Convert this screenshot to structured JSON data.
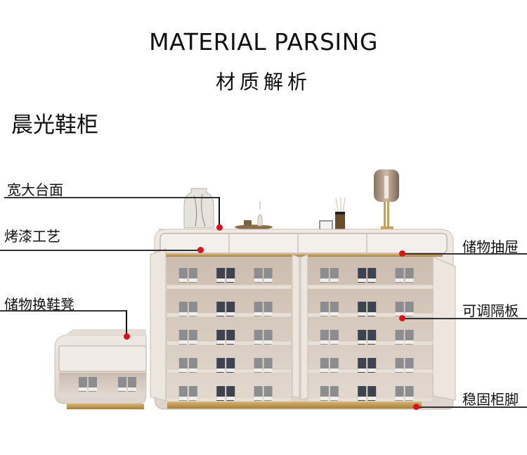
{
  "header": {
    "title_en": "MATERIAL PARSING",
    "title_cn": "材质解析"
  },
  "product": {
    "name": "晨光鞋柜"
  },
  "callouts": [
    {
      "id": "wide-countertop",
      "label": "宽大台面",
      "side": "left"
    },
    {
      "id": "lacquer-process",
      "label": "烤漆工艺",
      "side": "left"
    },
    {
      "id": "storage-bench",
      "label": "储物换鞋凳",
      "side": "left"
    },
    {
      "id": "storage-drawer",
      "label": "储物抽屉",
      "side": "right"
    },
    {
      "id": "adjustable-shelf",
      "label": "可调隔板",
      "side": "right"
    },
    {
      "id": "stable-legs",
      "label": "稳固柜脚",
      "side": "right"
    }
  ],
  "colors": {
    "callout_dot": "#e0101a",
    "cabinet_body": "#e9e2db",
    "gold_trim": "#c9a25a",
    "shelf_interior": "#d9cdc2"
  }
}
